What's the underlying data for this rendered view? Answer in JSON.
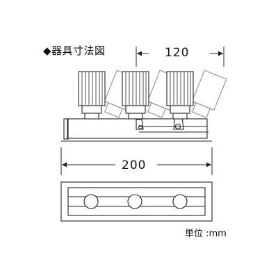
{
  "diagram": {
    "title": "◆器具寸法図",
    "dimensions": {
      "spacing": "120",
      "total_width": "200"
    },
    "unit_label": "単位 :mm",
    "lamp_count": 3,
    "colors": {
      "line": "#222222",
      "ghost": "#777777",
      "fill": "#ffffff"
    }
  }
}
